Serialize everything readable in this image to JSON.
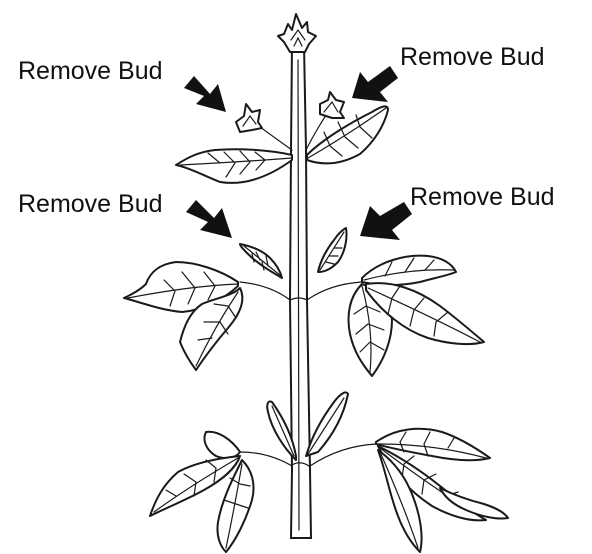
{
  "labels": {
    "top_left": "Remove Bud",
    "top_right": "Remove Bud",
    "mid_left": "Remove Bud",
    "mid_right": "Remove Bud"
  },
  "colors": {
    "line": "#1a1a1a",
    "arrow": "#111111",
    "background": "#ffffff"
  }
}
